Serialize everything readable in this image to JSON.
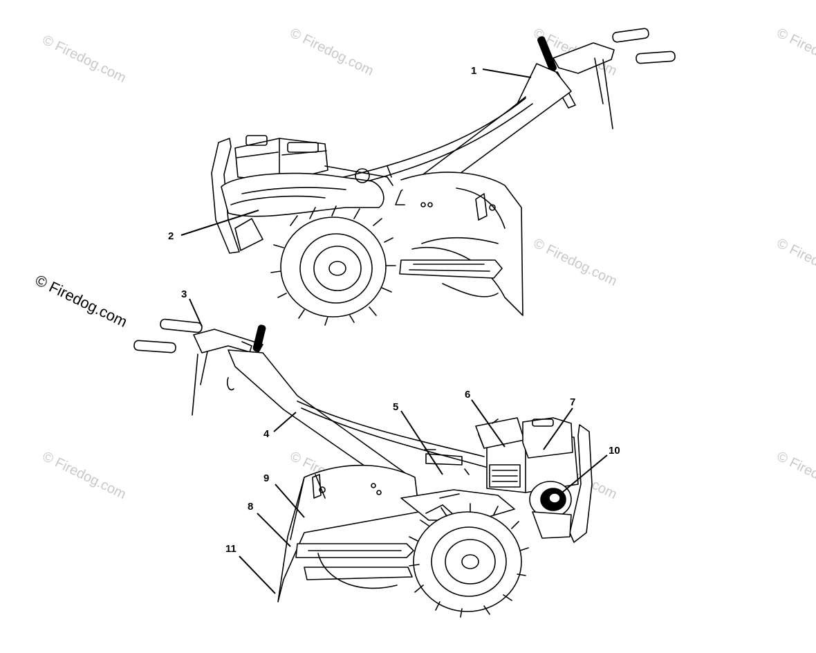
{
  "copyright_notice": "© Firedog.com",
  "watermark_text": "© Firedog.com",
  "callouts": [
    {
      "label": "1"
    },
    {
      "label": "2"
    },
    {
      "label": "3"
    },
    {
      "label": "4"
    },
    {
      "label": "5"
    },
    {
      "label": "6"
    },
    {
      "label": "7"
    },
    {
      "label": "8"
    },
    {
      "label": "9"
    },
    {
      "label": "10"
    },
    {
      "label": "11"
    }
  ],
  "colors": {
    "line": "#000000",
    "watermark": "#c8c8c8",
    "background": "#ffffff"
  }
}
